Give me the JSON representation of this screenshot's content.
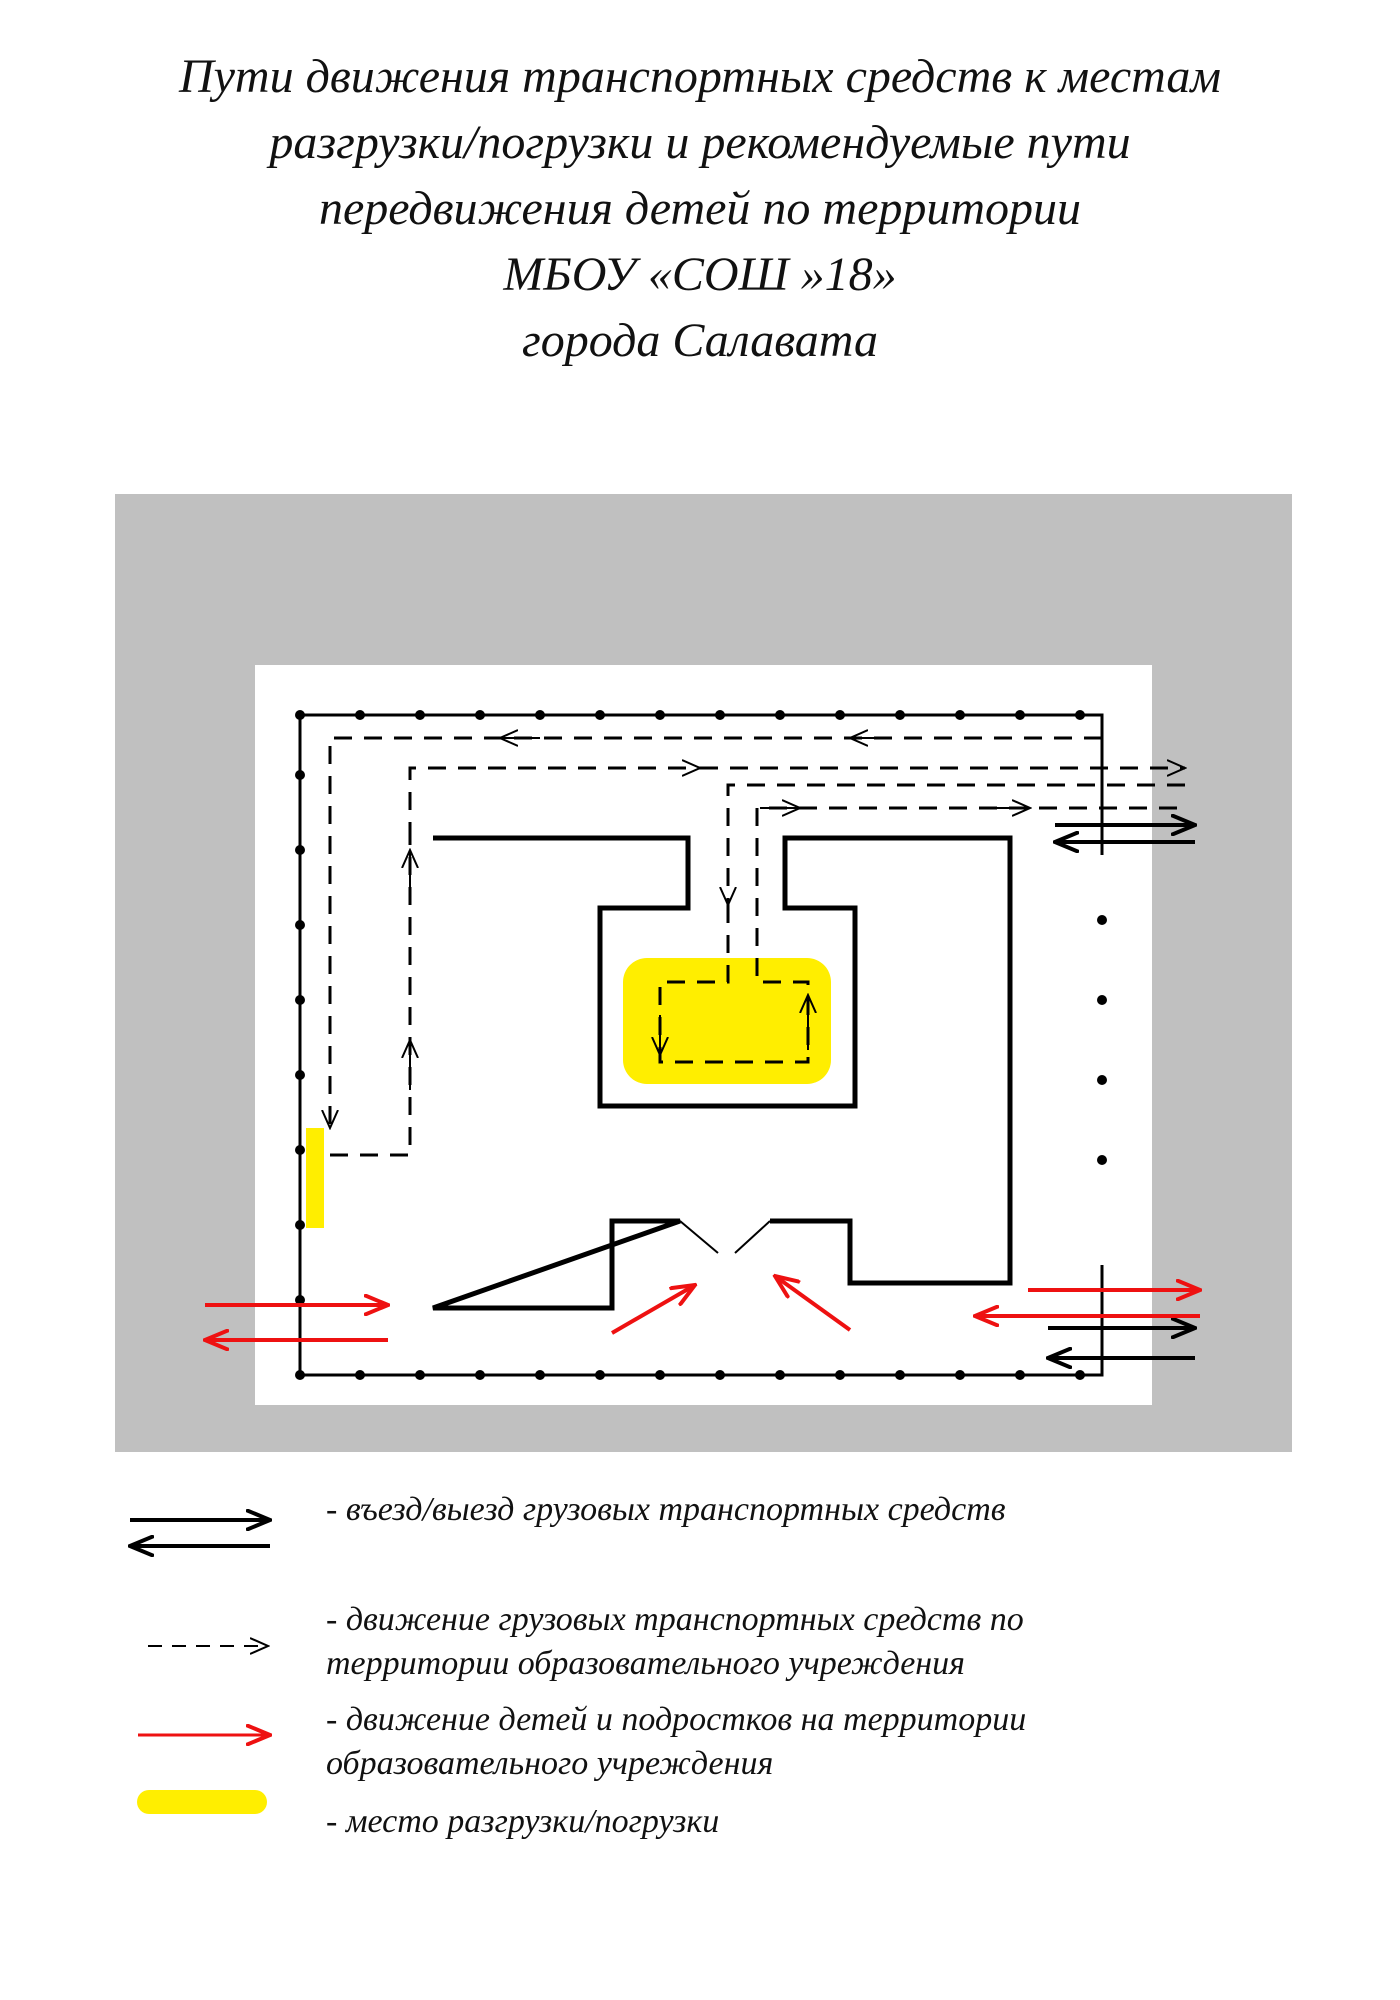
{
  "title": {
    "lines": [
      "Пути движения транспортных средств к местам",
      "разгрузки/погрузки и рекомендуемые пути",
      "передвижения детей по территории",
      "МБОУ «СОШ »18»",
      "города Салавата"
    ]
  },
  "legend": {
    "items": [
      {
        "icon": "double-black-arrow-icon",
        "lines": [
          "- въезд/выезд грузовых транспортных средств"
        ]
      },
      {
        "icon": "dashed-arrow-icon",
        "lines": [
          "- движение грузовых транспортных средств по",
          "территории образовательного учреждения"
        ]
      },
      {
        "icon": "red-arrow-icon",
        "lines": [
          "- движение детей и подростков на территории",
          "образовательного учреждения"
        ]
      },
      {
        "icon": "yellow-bar-icon",
        "lines": [
          "- место разгрузки/погрузки"
        ]
      }
    ]
  },
  "colors": {
    "surroundings": "#c0c0c0",
    "territory": "#ffffff",
    "building": "#000000",
    "truck_route": "#000000",
    "children_route": "#ee1111",
    "unloading_zone": "#ffee00"
  }
}
